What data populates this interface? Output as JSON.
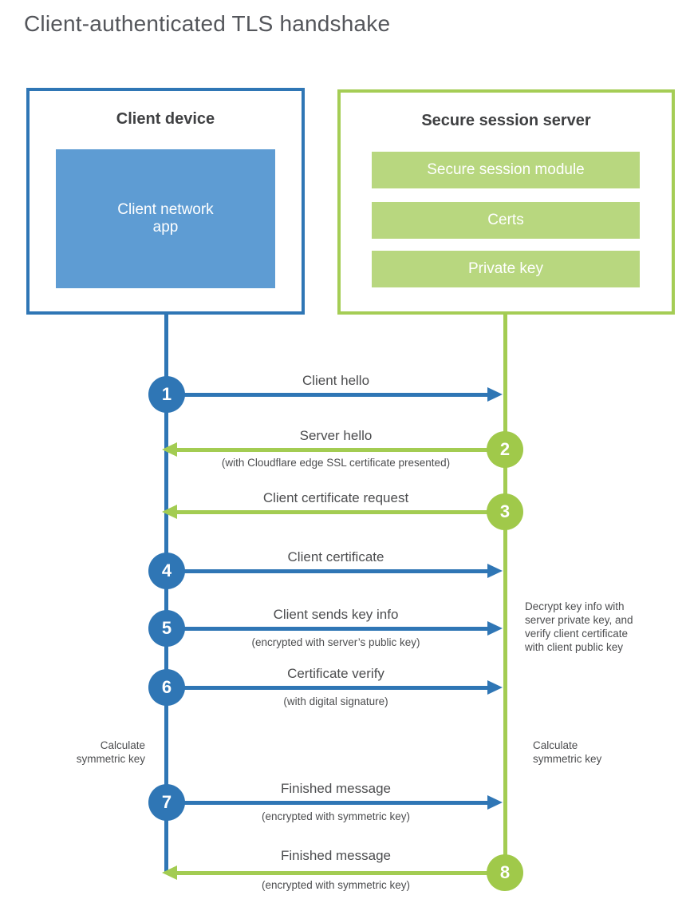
{
  "title": "Client-authenticated TLS handshake",
  "colors": {
    "blue_stroke": "#2f76b5",
    "blue_fill": "#5e9cd3",
    "green_stroke": "#a3cc52",
    "green_badge": "#a0c94a",
    "green_fill": "#b8d77f",
    "label_gray": "#4c4d4f",
    "title_gray": "#54565b"
  },
  "client": {
    "title": "Client device",
    "module": "Client network\napp"
  },
  "server": {
    "title": "Secure session server",
    "modules": [
      {
        "label": "Secure session module"
      },
      {
        "label": "Certs"
      },
      {
        "label": "Private key"
      }
    ]
  },
  "steps": [
    {
      "num": "1",
      "label": "Client hello",
      "sublabel": "",
      "direction": "right",
      "actor": "client"
    },
    {
      "num": "2",
      "label": "Server hello",
      "sublabel": "(with Cloudflare edge SSL certificate presented)",
      "direction": "left",
      "actor": "server"
    },
    {
      "num": "3",
      "label": "Client certificate request",
      "sublabel": "",
      "direction": "left",
      "actor": "server"
    },
    {
      "num": "4",
      "label": "Client certificate",
      "sublabel": "",
      "direction": "right",
      "actor": "client"
    },
    {
      "num": "5",
      "label": "Client sends key info",
      "sublabel": "(encrypted with server’s public key)",
      "direction": "right",
      "actor": "client"
    },
    {
      "num": "6",
      "label": "Certificate verify",
      "sublabel": "(with digital signature)",
      "direction": "right",
      "actor": "client"
    },
    {
      "num": "7",
      "label": "Finished message",
      "sublabel": "(encrypted with symmetric key)",
      "direction": "right",
      "actor": "client"
    },
    {
      "num": "8",
      "label": "Finished message",
      "sublabel": "(encrypted with symmetric key)",
      "direction": "left",
      "actor": "server"
    }
  ],
  "annotations": {
    "decrypt_note": "Decrypt key info with\nserver private key, and\nverify client certificate\nwith client public key",
    "calc_left": "Calculate\nsymmetric key",
    "calc_right": "Calculate\nsymmetric key"
  }
}
